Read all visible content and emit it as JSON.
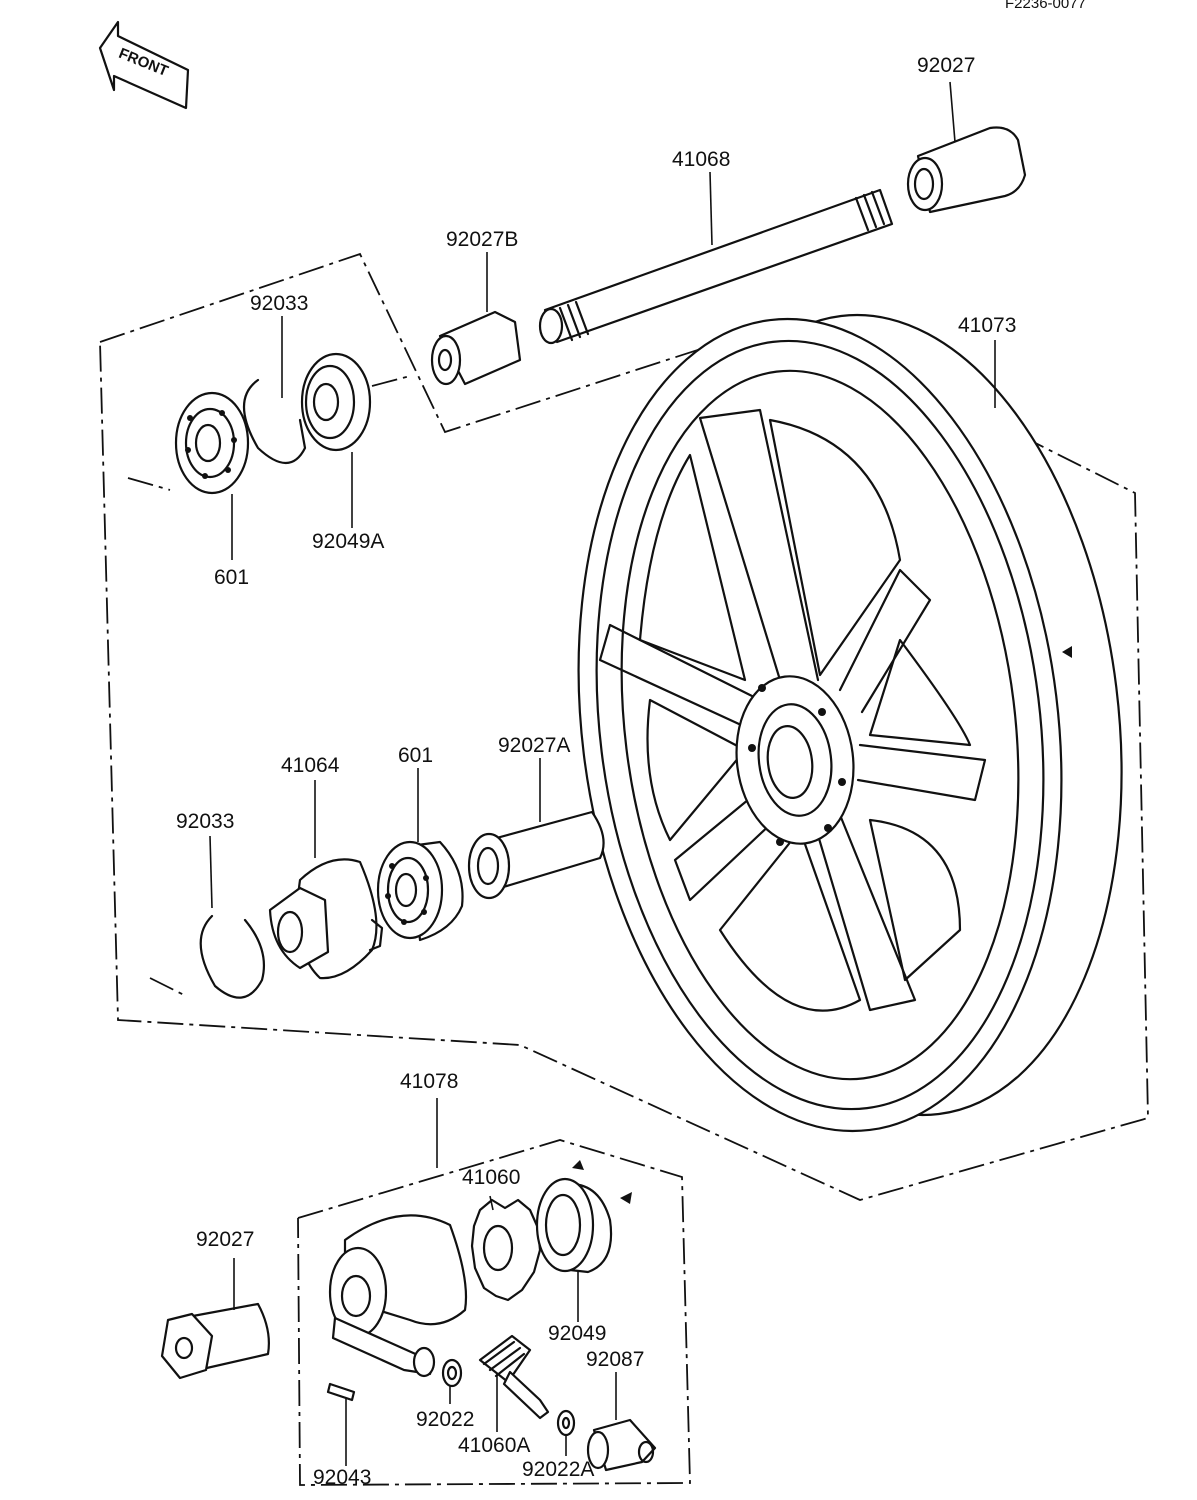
{
  "diagram": {
    "figure_code": "F2236-0077",
    "front_arrow_text": "FRONT",
    "parts": {
      "p92027_top": "92027",
      "p41068": "41068",
      "p92027B": "92027B",
      "p92033_top": "92033",
      "p41073": "41073",
      "p92049A": "92049A",
      "p601_top": "601",
      "p41064": "41064",
      "p601_mid": "601",
      "p92027A": "92027A",
      "p92033_mid": "92033",
      "p41078": "41078",
      "p41060": "41060",
      "p92027_bottom": "92027",
      "p92049": "92049",
      "p92087": "92087",
      "p92022": "92022",
      "p92043": "92043",
      "p41060A": "41060A",
      "p92022A": "92022A"
    }
  }
}
